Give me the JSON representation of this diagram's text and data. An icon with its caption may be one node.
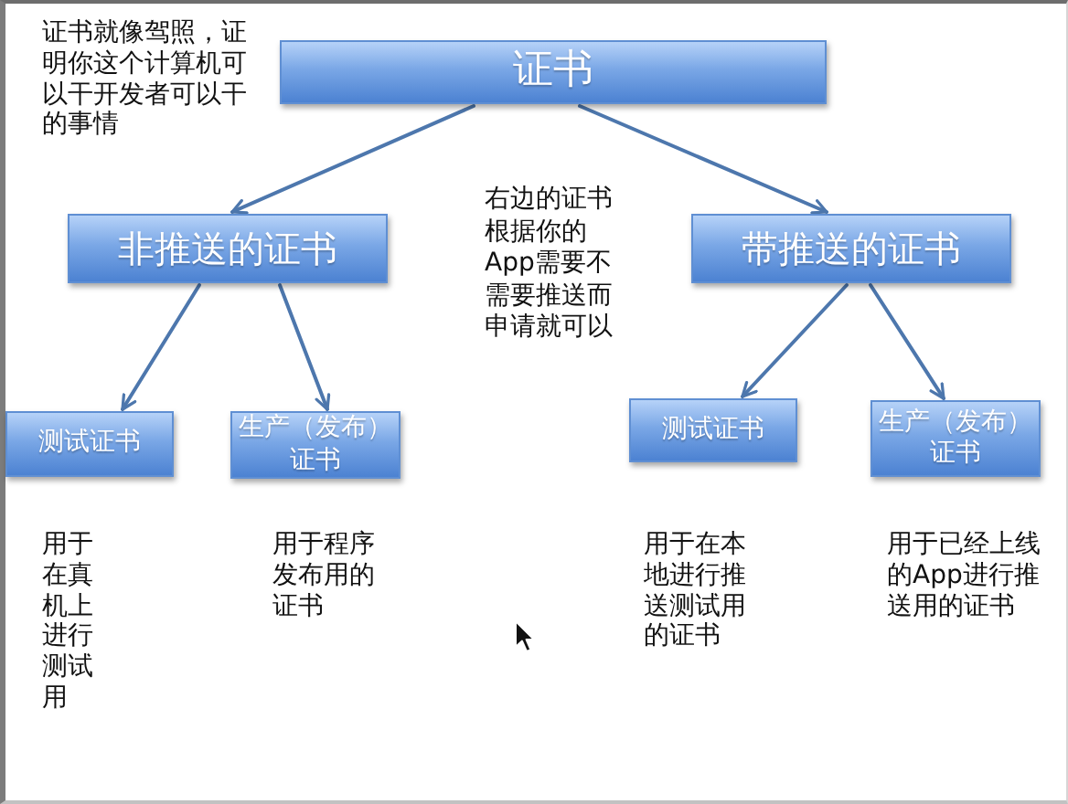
{
  "diagram": {
    "nodes": [
      {
        "text": [
          "证书"
        ]
      },
      {
        "text": [
          "非推送的证书"
        ]
      },
      {
        "text": [
          "带推送的证书"
        ]
      },
      {
        "text": [
          "测试证书"
        ],
        "beside": [
          "用于在真机上进行测试用"
        ]
      },
      {
        "text": [
          "生产（发布）证书"
        ],
        "beside": [
          "用于程序发布用的证书"
        ]
      },
      {
        "text": [
          "测试证书"
        ],
        "beside": [
          "用于在本地进行推送测试用的证书"
        ]
      },
      {
        "text": [
          "生产（发布）证书"
        ],
        "beside": [
          "用于已经上线的App进行推送用的证书"
        ]
      }
    ],
    "edges": [
      {
        "from": 0,
        "to": 1,
        "arrow": "to"
      },
      {
        "from": 0,
        "to": 2,
        "arrow": "to"
      },
      {
        "from": 1,
        "to": 3,
        "arrow": "to"
      },
      {
        "from": 1,
        "to": 4,
        "arrow": "to"
      },
      {
        "from": 2,
        "to": 5,
        "arrow": "to"
      },
      {
        "from": 2,
        "to": 6,
        "arrow": "to"
      }
    ],
    "labels": [
      "证书就像驾照，证明你这个计算机可以干开发者可以干的事情",
      "右边的证书根据你的App需要不需要推送而申请就可以"
    ]
  }
}
